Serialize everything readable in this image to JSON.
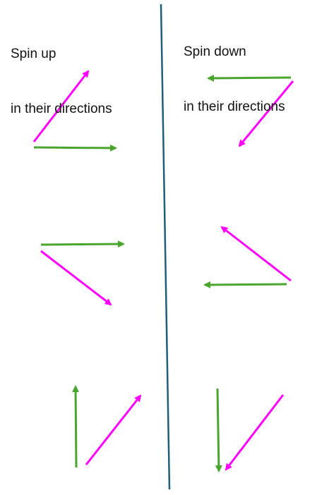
{
  "headings": {
    "left": {
      "line1": "Spin up",
      "line2": "in their directions"
    },
    "right": {
      "line1": "Spin down",
      "line2": "in their directions"
    }
  },
  "colors": {
    "divider": "#1f5f78",
    "magenta_arrow": "#ff00ff",
    "green_arrow": "#4aa52e",
    "text": "#111111"
  },
  "panels": [
    {
      "side": "left",
      "label_key": "headings.left"
    },
    {
      "side": "right",
      "label_key": "headings.right"
    }
  ]
}
